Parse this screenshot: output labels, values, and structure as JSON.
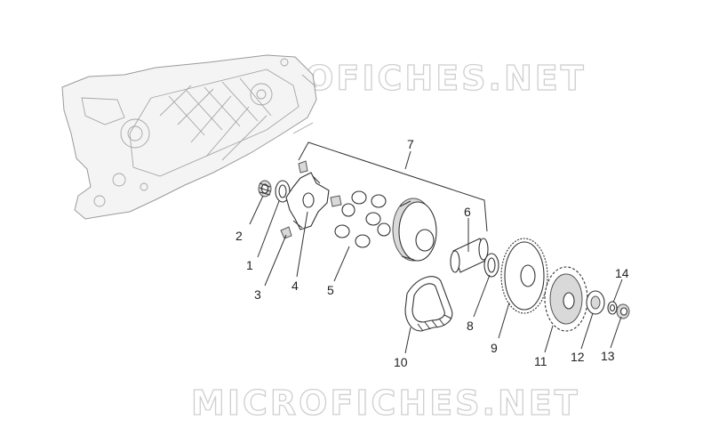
{
  "watermark": {
    "top": "MICROFICHES.NET",
    "bottom": "MICROFICHES.NET"
  },
  "callouts": {
    "1": "1",
    "2": "2",
    "3": "3",
    "4": "4",
    "5": "5",
    "6": "6",
    "7": "7",
    "8": "8",
    "9": "9",
    "10": "10",
    "11": "11",
    "12": "12",
    "13": "13",
    "14": "14"
  },
  "icons": {
    "casing": "engine-casing-icon",
    "spring": "spring-icon",
    "washer": "washer-icon",
    "guide": "slider-guide-icon",
    "plate": "ramp-plate-icon",
    "rollers": "roller-weights-icon",
    "bushing": "bushing-icon",
    "pulley": "pulley-half-icon",
    "belt": "drive-belt-icon",
    "gear": "gear-pulley-icon",
    "clutch": "clutch-plate-icon",
    "nut": "nut-icon"
  }
}
